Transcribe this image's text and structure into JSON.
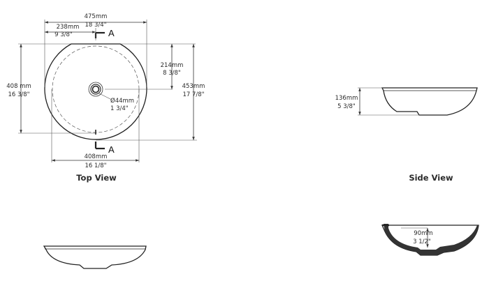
{
  "views": {
    "top": {
      "title": "Top View",
      "overall_width": {
        "mm": "475mm",
        "inch": "18 3/4\""
      },
      "offset_to_waste": {
        "mm": "238mm",
        "inch": "9 3/8\""
      },
      "overall_height": {
        "mm": "408 mm",
        "inch": "16 3/8\""
      },
      "center_offset": {
        "mm": "214mm",
        "inch": "8 3/8\""
      },
      "overall_length": {
        "mm": "453mm",
        "inch": "17 7/8\""
      },
      "waste_diameter": {
        "mm": "Ø44mm",
        "inch": "1 3/4\""
      },
      "bottom_width": {
        "mm": "408mm",
        "inch": "16 1/8\""
      },
      "section_label": "A"
    },
    "side": {
      "title": "Side View",
      "height": {
        "mm": "136mm",
        "inch": "5 3/8\""
      }
    },
    "section": {
      "depth": {
        "mm": "90mm",
        "inch": "3 1/2\""
      }
    }
  },
  "colors": {
    "line": "#333333",
    "text": "#2a2a2a",
    "background": "#ffffff"
  }
}
